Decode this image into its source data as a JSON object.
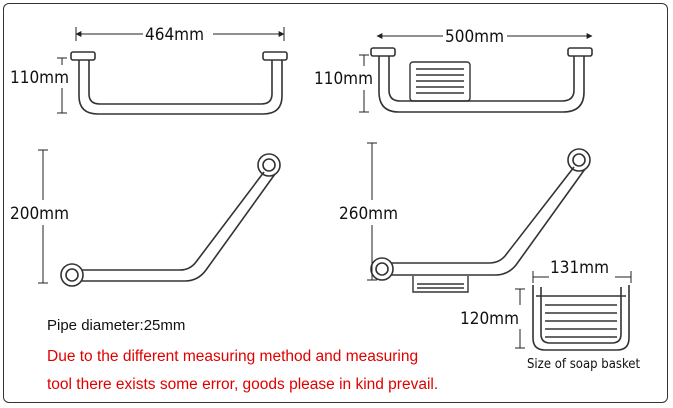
{
  "dimensions": {
    "straight_bar_length": "464mm",
    "straight_bar_height": "110mm",
    "basket_bar_length": "500mm",
    "basket_bar_height": "110mm",
    "angled_bar_height": "200mm",
    "angled_basket_bar_height": "260mm",
    "basket_width": "131mm",
    "basket_height": "120mm"
  },
  "notes": {
    "pipe_diameter": "Pipe diameter:25mm",
    "disclaimer_line1": "Due to the different measuring method and measuring",
    "disclaimer_line2": "tool there exists some error, goods please in kind prevail.",
    "basket_caption": "Size of soap basket"
  },
  "colors": {
    "line": "#333333",
    "disclaimer": "#e00000"
  }
}
